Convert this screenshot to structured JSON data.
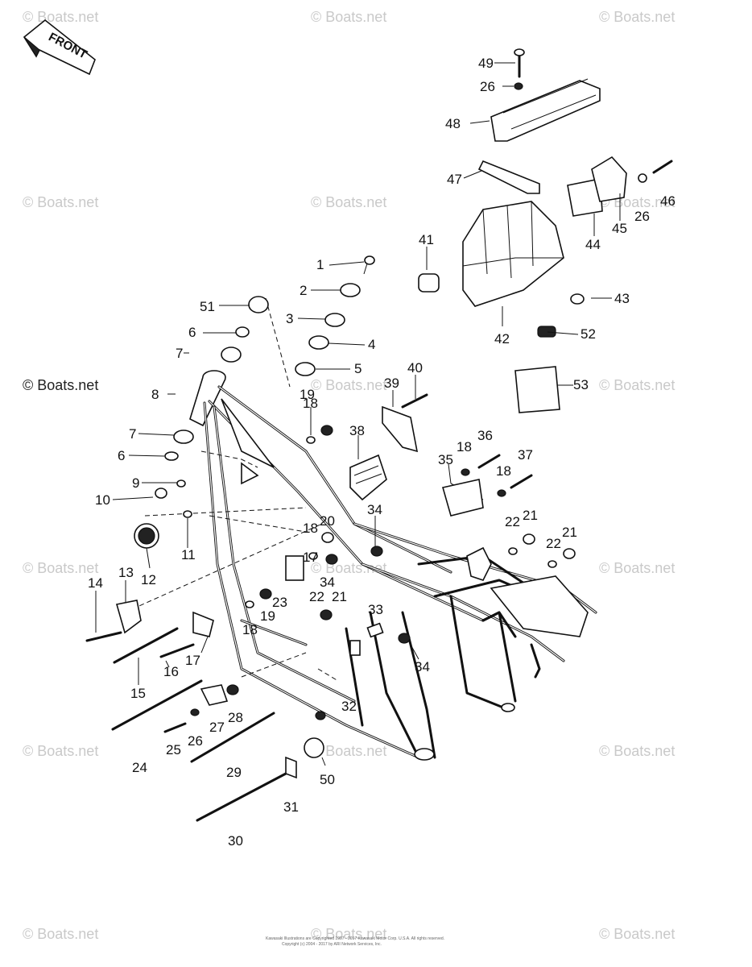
{
  "front_label": "FRONT",
  "watermark": "© Boats.net",
  "copyright_lines": [
    "Kawasaki Illustrations are Copyrighted 1997 - 2017 Kawasaki Motor Corp. U.S.A. All rights reserved.",
    "Copyright (c) 2004 - 2017 by ARI Network Services, Inc."
  ],
  "callouts": [
    "1",
    "2",
    "3",
    "4",
    "5",
    "6",
    "7",
    "8",
    "9",
    "10",
    "11",
    "12",
    "13",
    "14",
    "15",
    "16",
    "17",
    "18",
    "19",
    "20",
    "21",
    "22",
    "23",
    "24",
    "25",
    "26",
    "27",
    "28",
    "29",
    "30",
    "31",
    "32",
    "33",
    "34",
    "35",
    "36",
    "37",
    "38",
    "39",
    "40",
    "41",
    "42",
    "43",
    "44",
    "45",
    "46",
    "47",
    "48",
    "49",
    "50",
    "51",
    "52",
    "53"
  ],
  "colors": {
    "line": "#111111",
    "watermark": "#c9c9c9",
    "background": "#ffffff"
  }
}
